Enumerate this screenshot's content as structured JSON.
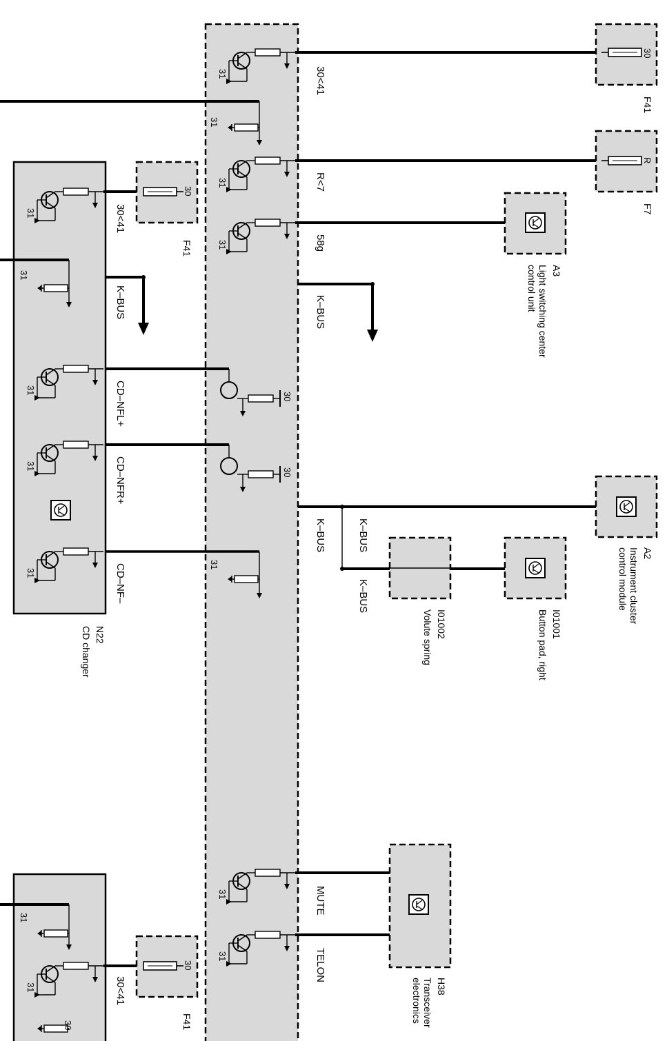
{
  "modules": {
    "central": {
      "name": ""
    },
    "cd_changer": {
      "code": "N22",
      "name": "CD changer"
    },
    "cd_changer_lower": {
      "code": "",
      "name": ""
    }
  },
  "signals": {
    "central": [
      "30<41",
      "R<7",
      "58g",
      "K–BUS",
      "K–BUS",
      "MUTE",
      "TELON"
    ],
    "cd": [
      "30<41",
      "K–BUS",
      "CD–NFL+",
      "CD–NFR+",
      "CD–NF–"
    ],
    "lower_cd": [
      "30<41"
    ],
    "bus_branch": [
      "K–BUS",
      "K–BUS"
    ]
  },
  "pins": {
    "p30": "30",
    "p31": "31",
    "pR": "R"
  },
  "components": {
    "f41_top": {
      "code": "F41"
    },
    "f7": {
      "code": "F7"
    },
    "a3": {
      "code": "A3",
      "name_line1": "Light switching center",
      "name_line2": "control unit"
    },
    "a2": {
      "code": "A2",
      "name_line1": "Instrument cluster",
      "name_line2": "control module"
    },
    "i01001": {
      "code": "I01001",
      "name": "Button pad, right"
    },
    "i01002": {
      "code": "I01002",
      "name": "Volute spring"
    },
    "h38": {
      "code": "H38",
      "name_line1": "Transceiver",
      "name_line2": "electronics"
    },
    "f41_cd": {
      "code": "F41"
    },
    "f41_lower": {
      "code": "F41"
    }
  }
}
